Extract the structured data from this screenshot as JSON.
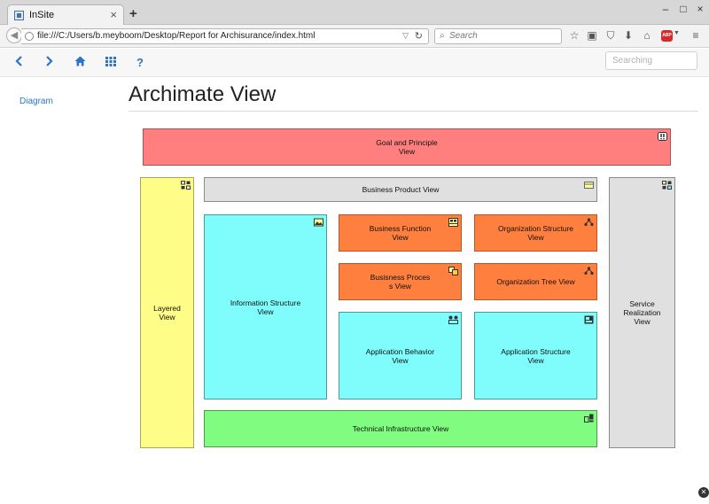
{
  "browser": {
    "tab_title": "InSite",
    "tab_close": "×",
    "new_tab": "+",
    "url": "file:///C:/Users/b.meyboom/Desktop/Report for Archisurance/index.html",
    "search_placeholder": "Search",
    "window_controls": [
      "–",
      "□",
      "×"
    ],
    "addon_label": "ABP"
  },
  "toolbar": {
    "search_placeholder": "Searching"
  },
  "sidebar": {
    "items": [
      {
        "label": "Diagram"
      }
    ]
  },
  "main": {
    "title": "Archimate View"
  },
  "diagram": {
    "goal": {
      "line1": "Goal and Principle",
      "line2": "View",
      "icon": "goal-principle-icon"
    },
    "layered": {
      "line1": "Layered",
      "line2": "View",
      "icon": "layered-icon"
    },
    "business_product": {
      "line1": "Business Product View",
      "icon": "product-icon"
    },
    "service_realization": {
      "line1": "Service",
      "line2": "Realization",
      "line3": "View",
      "icon": "service-icon"
    },
    "information_structure": {
      "line1": "Information Structure",
      "line2": "View",
      "icon": "information-icon"
    },
    "business_function": {
      "line1": "Business Function",
      "line2": "View",
      "icon": "function-icon"
    },
    "organization_structure": {
      "line1": "Organization Structure",
      "line2": "View",
      "icon": "organization-icon"
    },
    "business_process": {
      "line1": "Busisness Proces",
      "line2": "s View",
      "icon": "process-icon"
    },
    "organization_tree": {
      "line1": "Organization Tree View",
      "icon": "organization-tree-icon"
    },
    "application_behavior": {
      "line1": "Application Behavior",
      "line2": "View",
      "icon": "application-behavior-icon"
    },
    "application_structure": {
      "line1": "Application Structure",
      "line2": "View",
      "icon": "application-structure-icon"
    },
    "technical_infrastructure": {
      "line1": "Technical Infrastructure View",
      "icon": "infrastructure-icon"
    }
  },
  "colors": {
    "goal": "#ff7f7f",
    "layered": "#fdfd87",
    "business_product": "#e0e0e0",
    "service_realization": "#e0e0e0",
    "business_layer": "#ff7f3f",
    "application_layer": "#7ffdfd",
    "technology_layer": "#80fd80",
    "link": "#2b75c4"
  }
}
